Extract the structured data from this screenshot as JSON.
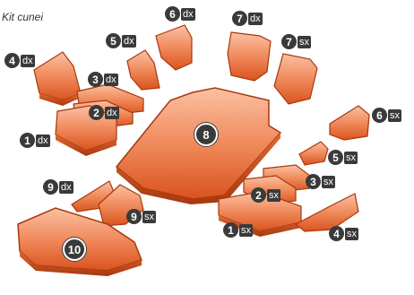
{
  "title": "Kit cunei",
  "pieces": [
    {
      "id": "p1dx",
      "number": "1",
      "side": "dx"
    },
    {
      "id": "p2dx",
      "number": "2",
      "side": "dx"
    },
    {
      "id": "p3dx",
      "number": "3",
      "side": "dx"
    },
    {
      "id": "p4dx",
      "number": "4",
      "side": "dx"
    },
    {
      "id": "p5dx",
      "number": "5",
      "side": "dx"
    },
    {
      "id": "p6dx",
      "number": "6",
      "side": "dx"
    },
    {
      "id": "p7dx",
      "number": "7",
      "side": "dx"
    },
    {
      "id": "p7sx",
      "number": "7",
      "side": "sx"
    },
    {
      "id": "p8",
      "number": "8",
      "side": ""
    },
    {
      "id": "p6sx",
      "number": "6",
      "side": "sx"
    },
    {
      "id": "p5sx",
      "number": "5",
      "side": "sx"
    },
    {
      "id": "p3sx",
      "number": "3",
      "side": "sx"
    },
    {
      "id": "p2sx",
      "number": "2",
      "side": "sx"
    },
    {
      "id": "p1sx",
      "number": "1",
      "side": "sx"
    },
    {
      "id": "p4sx",
      "number": "4",
      "side": "sx"
    },
    {
      "id": "p9dx",
      "number": "9",
      "side": "dx"
    },
    {
      "id": "p9sx",
      "number": "9",
      "side": "sx"
    },
    {
      "id": "p10",
      "number": "10",
      "side": ""
    }
  ],
  "colors": {
    "piece_light": "#f7a07a",
    "piece_dark": "#d9531e",
    "edge": "#a8380e",
    "label_bg": "#3a3a3a"
  }
}
